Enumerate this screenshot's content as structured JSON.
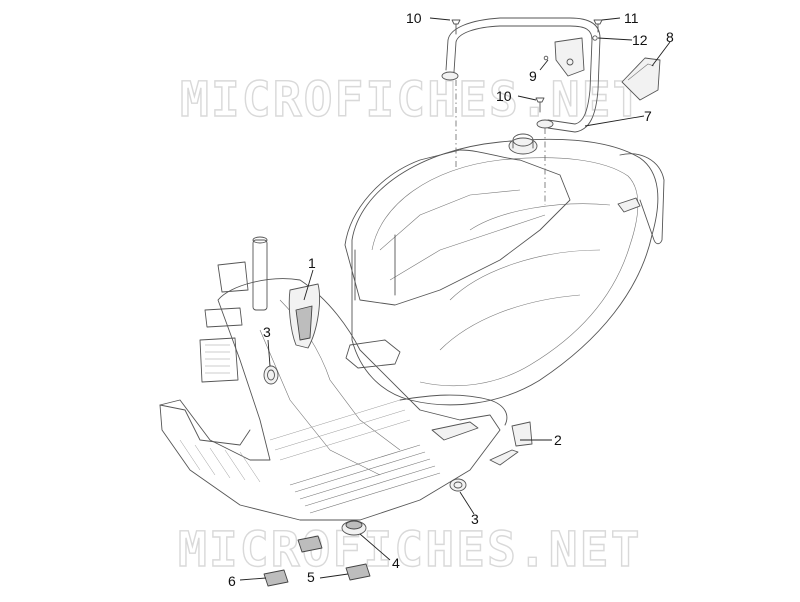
{
  "watermark": {
    "top": "MICROFICHES.NET",
    "bottom": "MICROFICHES.NET",
    "color": "#d9d9d9"
  },
  "callouts": {
    "c1": "1",
    "c2": "2",
    "c3a": "3",
    "c3b": "3",
    "c4": "4",
    "c5": "5",
    "c6": "6",
    "c7": "7",
    "c8": "8",
    "c9": "9",
    "c10a": "10",
    "c10b": "10",
    "c11": "11",
    "c12": "12"
  }
}
